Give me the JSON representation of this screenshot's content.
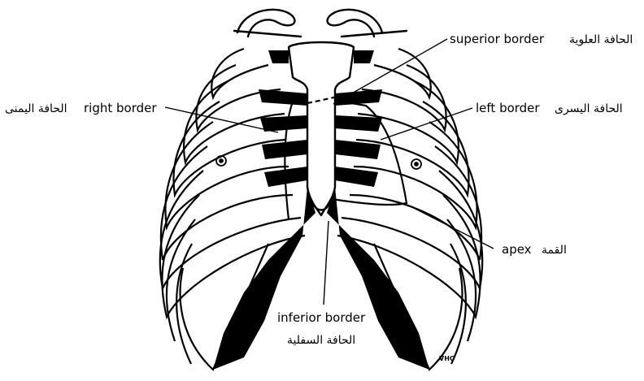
{
  "labels": {
    "superior": {
      "en": "superior border",
      "ar": "الحافة العلوية"
    },
    "right": {
      "en": "right border",
      "ar": "الحافة اليمنى"
    },
    "left": {
      "en": "left border",
      "ar": "الحافة اليسرى"
    },
    "apex": {
      "en": "apex",
      "ar": "القمة"
    },
    "inferior": {
      "en": "inferior border",
      "ar": "الحافة السفلية"
    }
  },
  "artist_mark": "VHC"
}
